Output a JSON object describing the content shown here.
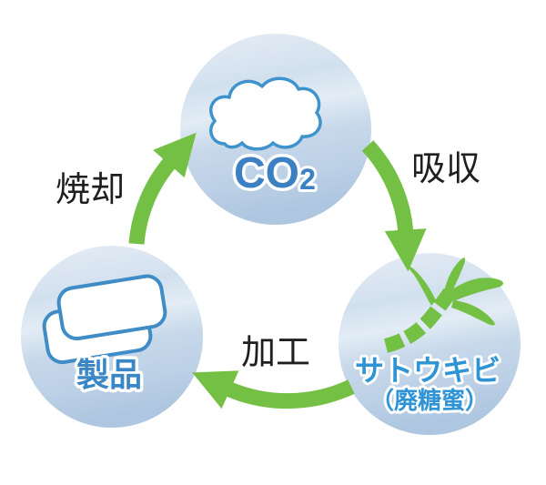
{
  "diagram": {
    "type": "cycle",
    "nodes": {
      "co2": {
        "label_main": "CO",
        "label_sub": "2",
        "icon": "cloud-icon"
      },
      "sugarcane": {
        "label": "サトウキビ",
        "sublabel": "（廃糖蜜）",
        "icon": "sugarcane-icon"
      },
      "product": {
        "label": "製品",
        "icon": "product-sheets-icon"
      }
    },
    "arrows": {
      "incineration": {
        "label": "焼却",
        "from": "製品",
        "to": "CO2"
      },
      "absorption": {
        "label": "吸収",
        "from": "CO2",
        "to": "サトウキビ"
      },
      "processing": {
        "label": "加工",
        "from": "サトウキビ",
        "to": "製品"
      }
    },
    "colors": {
      "arrow_green": "#74c044",
      "circle_blue_top": "#e7eef6",
      "circle_blue_mid_light": "#e2ecf5",
      "circle_blue_bottom": "#aec6e0",
      "icon_outline_blue": "#3f93cc",
      "co2_text_blue": "#3a80c2",
      "sugarcane_text_blue": "#2f94d6",
      "product_text_blue": "#3a87c8",
      "flow_label_text": "#1f1f1f",
      "background": "#ffffff"
    }
  }
}
